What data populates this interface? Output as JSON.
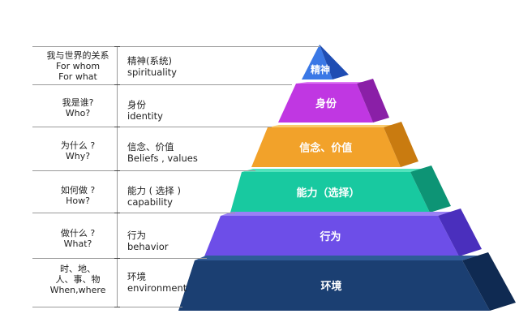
{
  "levels": [
    {
      "pyramid_label": "精神",
      "question_lines": [
        "我与世界的关系",
        "For whom",
        "For what"
      ],
      "desc_lines": [
        "精神(系统)",
        "spirituality"
      ],
      "colors": {
        "front": "#3a78e6",
        "light": "#5f9af0",
        "dark": "#1f4db3"
      }
    },
    {
      "pyramid_label": "身份",
      "question_lines": [
        "我是谁?",
        "Who?"
      ],
      "desc_lines": [
        "身份",
        "identity"
      ],
      "colors": {
        "front": "#c037e2",
        "light": "#de7af4",
        "dark": "#8a1fa7"
      }
    },
    {
      "pyramid_label": "信念、价值",
      "question_lines": [
        "为什么 ?",
        "Why?"
      ],
      "desc_lines": [
        "信念、价值",
        "Beliefs , values"
      ],
      "colors": {
        "front": "#f2a22a",
        "light": "#f9cb6d",
        "dark": "#c97b10"
      }
    },
    {
      "pyramid_label": "能力（选择）",
      "question_lines": [
        "如何做 ?",
        "How?"
      ],
      "desc_lines": [
        "能力 ( 选择 )",
        "capability"
      ],
      "colors": {
        "front": "#18c9a0",
        "light": "#52e2bc",
        "dark": "#0d9475"
      }
    },
    {
      "pyramid_label": "行为",
      "question_lines": [
        "做什么 ?",
        "What?"
      ],
      "desc_lines": [
        "行为",
        "behavior"
      ],
      "colors": {
        "front": "#6d4ee8",
        "light": "#9a80f5",
        "dark": "#4a2fbd"
      }
    },
    {
      "pyramid_label": "环境",
      "question_lines": [
        "时、地、",
        "人、事、物",
        "When,where"
      ],
      "desc_lines": [
        "环境",
        "environment"
      ],
      "colors": {
        "front": "#1b3f72",
        "light": "#2f5b98",
        "dark": "#0f2a52"
      }
    }
  ]
}
